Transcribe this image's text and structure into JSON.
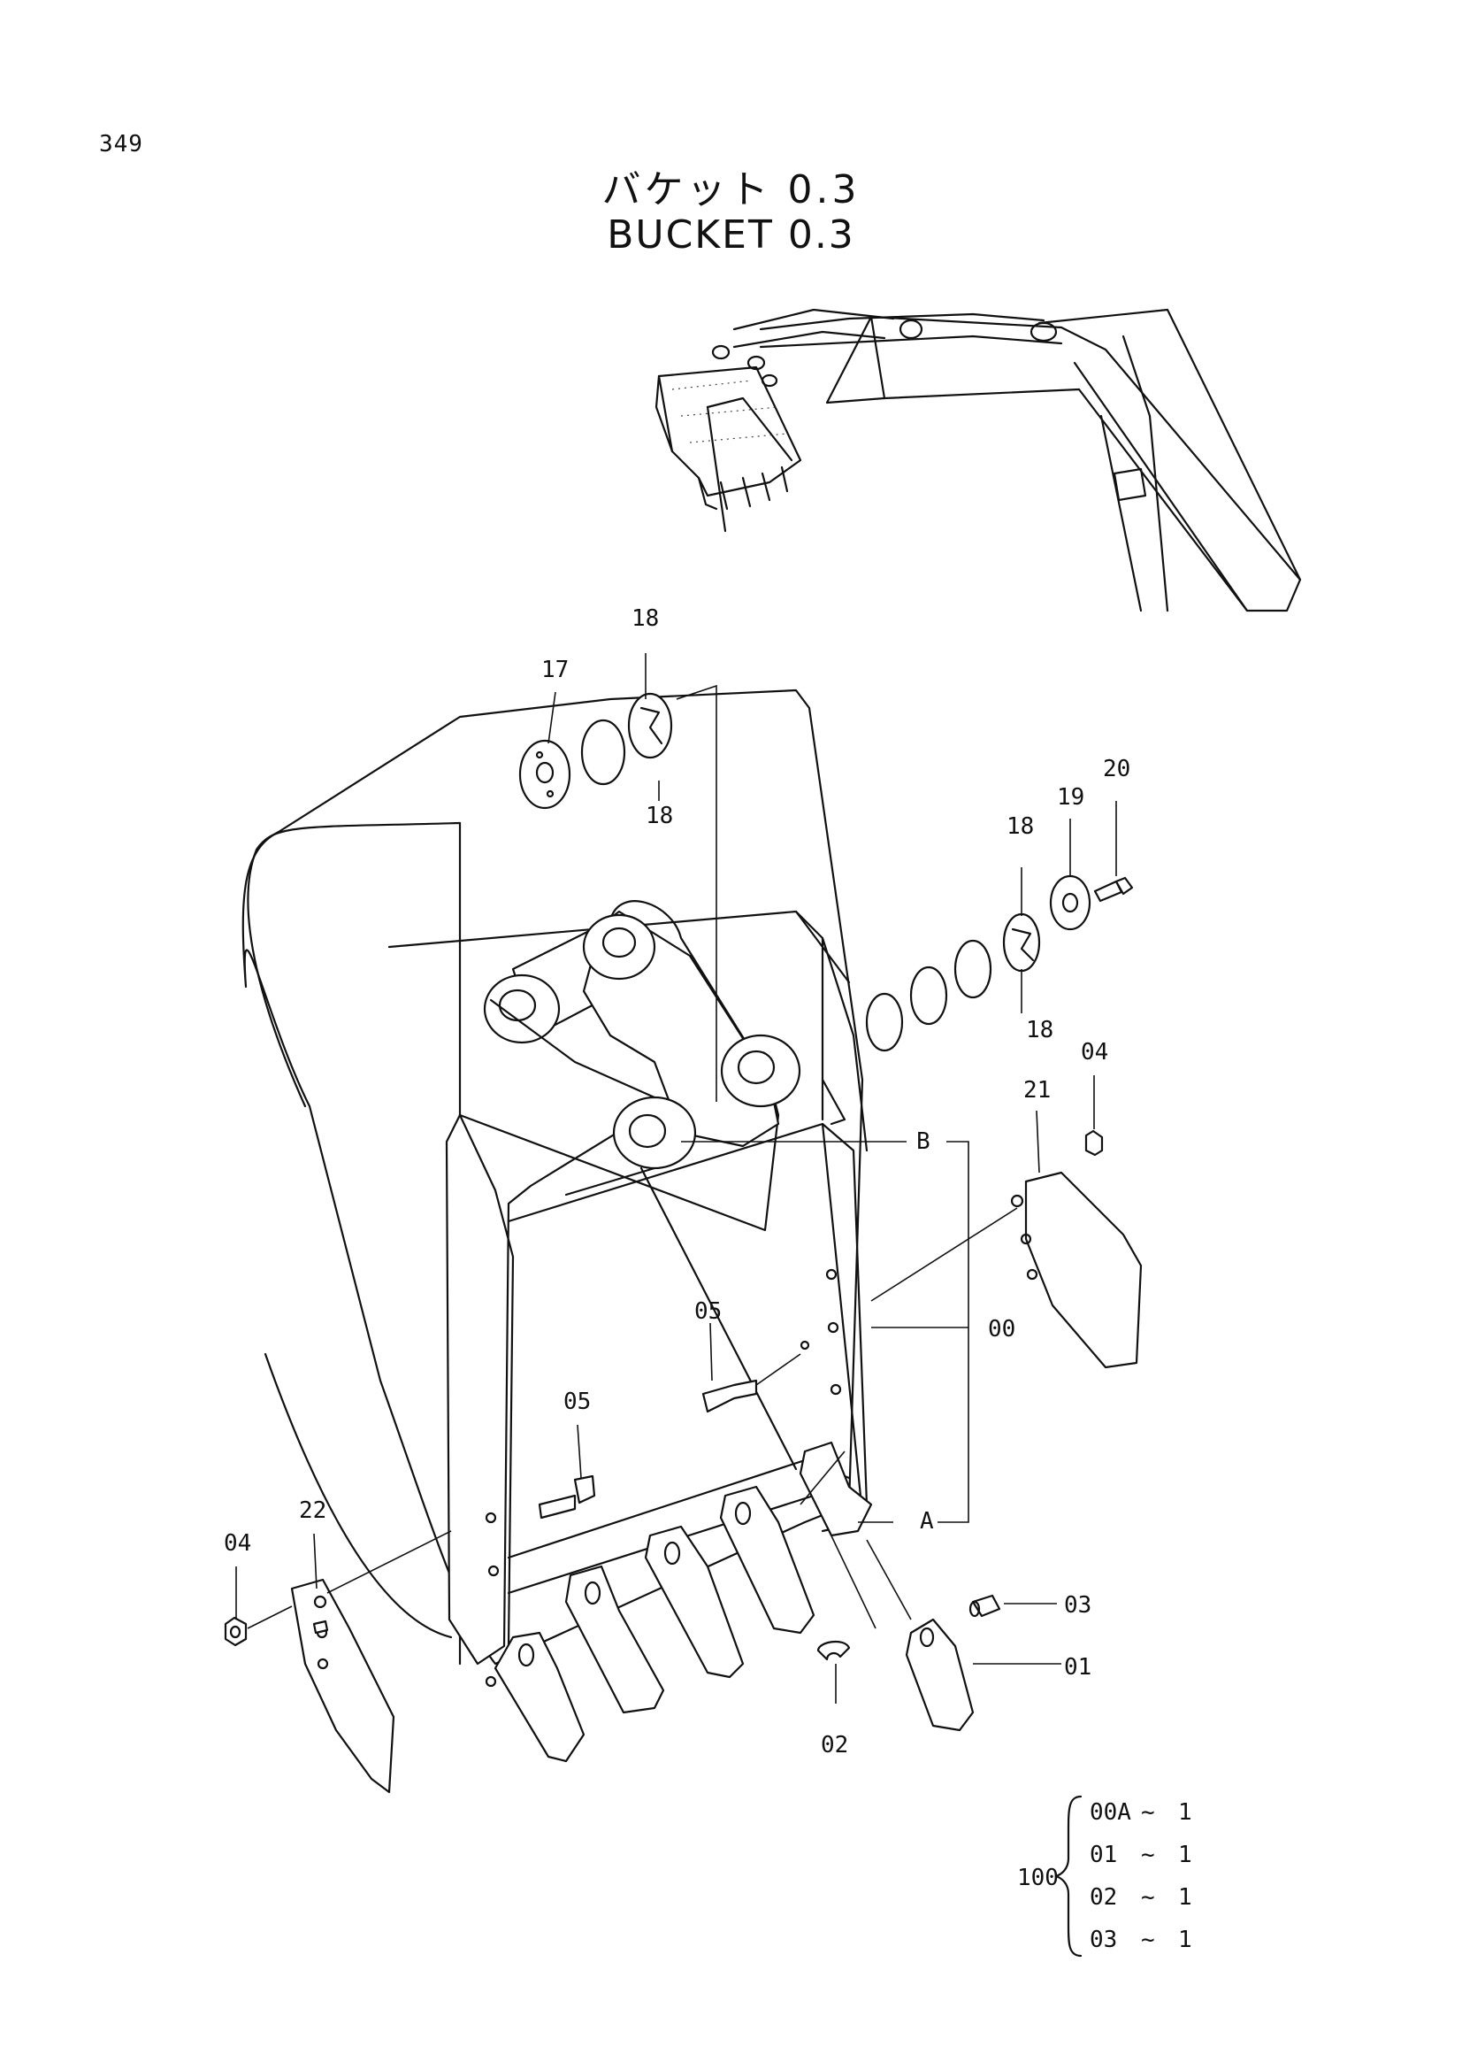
{
  "page_number": "349",
  "title_jp": "バケット 0.3",
  "title_en": "BUCKET 0.3",
  "callouts": {
    "p17": "17",
    "p18a": "18",
    "p18b": "18",
    "p18c": "18",
    "p18d": "18",
    "p19": "19",
    "p20": "20",
    "p04a": "04",
    "p04b": "04",
    "p21": "21",
    "p22": "22",
    "p05a": "05",
    "p05b": "05",
    "p00": "00",
    "pB": "B",
    "pA": "A",
    "p03": "03",
    "p01": "01",
    "p02": "02"
  },
  "kit": {
    "number": "100",
    "rows": [
      {
        "part": "00A",
        "sep": "~",
        "qty": "1"
      },
      {
        "part": "01",
        "sep": "~",
        "qty": "1"
      },
      {
        "part": "02",
        "sep": "~",
        "qty": "1"
      },
      {
        "part": "03",
        "sep": "~",
        "qty": "1"
      }
    ]
  }
}
